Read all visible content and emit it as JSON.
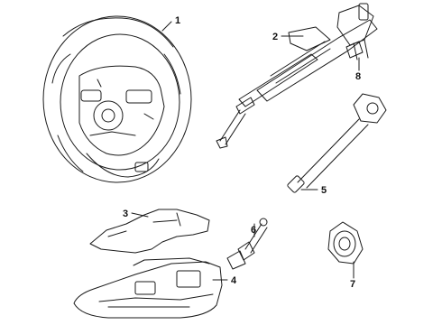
{
  "diagram": {
    "callouts": [
      {
        "id": "1",
        "text": "1"
      },
      {
        "id": "2",
        "text": "2"
      },
      {
        "id": "3",
        "text": "3"
      },
      {
        "id": "4",
        "text": "4"
      },
      {
        "id": "5",
        "text": "5"
      },
      {
        "id": "6",
        "text": "6"
      },
      {
        "id": "7",
        "text": "7"
      },
      {
        "id": "8",
        "text": "8"
      }
    ],
    "colors": {
      "line": "#1a1a1a",
      "background": "#ffffff"
    }
  }
}
